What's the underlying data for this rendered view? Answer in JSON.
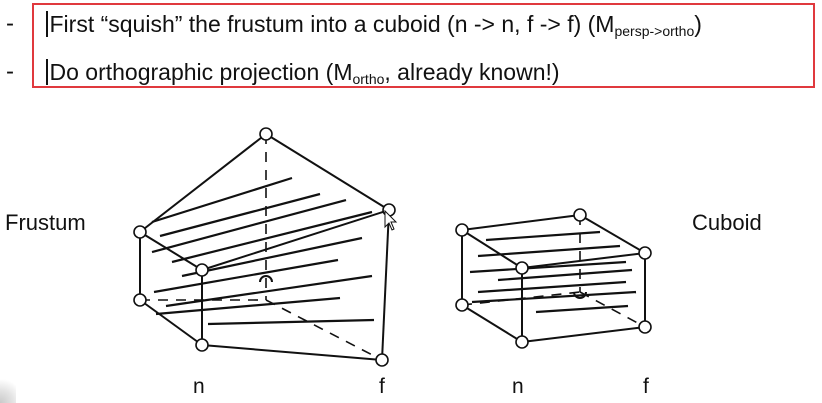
{
  "bullets": {
    "item1": {
      "dash": "-",
      "text_before": "First “squish” the frustum into a cuboid (n -> n, f -> f) (M",
      "subscript": "persp->ortho",
      "text_after": ")"
    },
    "item2": {
      "dash": "-",
      "text_before": "Do orthographic projection (M",
      "subscript": "ortho",
      "text_after": ", already known!)"
    },
    "highlight_color": "#e0393e"
  },
  "diagram": {
    "left_label": "Frustum",
    "right_label": "Cuboid",
    "frustum_near_label": "n",
    "frustum_far_label": "f",
    "cuboid_near_label": "n",
    "cuboid_far_label": "f"
  }
}
